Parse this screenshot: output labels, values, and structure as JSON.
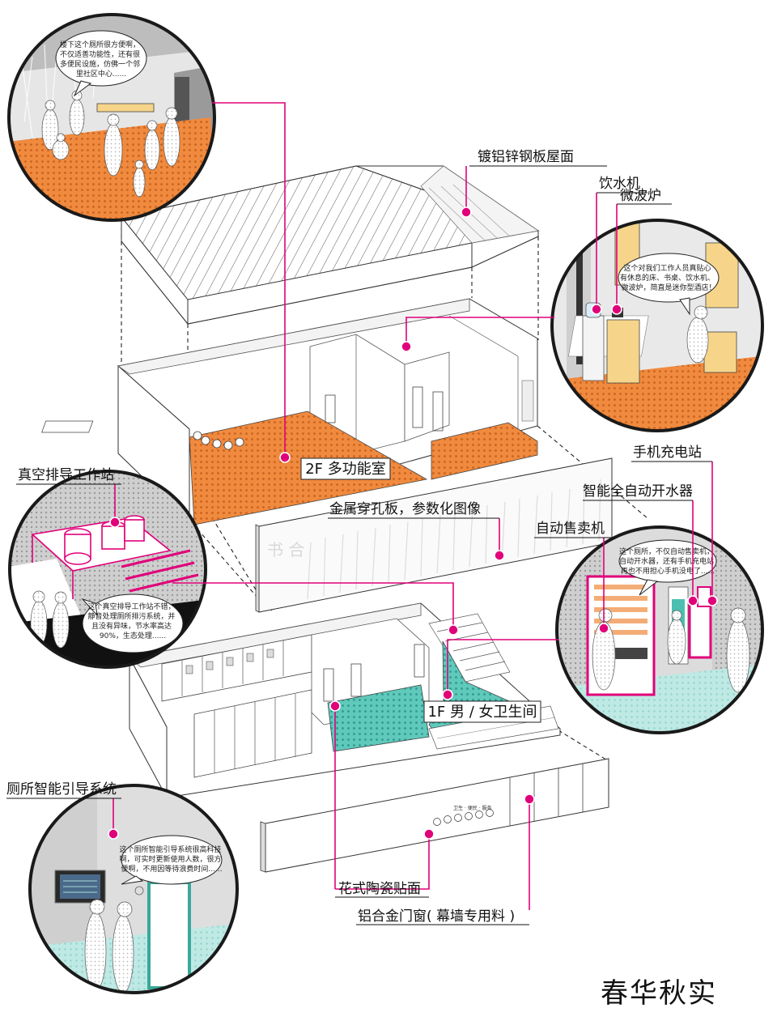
{
  "labels": {
    "roof": "镀铝锌钢板屋面",
    "water_dispenser": "饮水机",
    "microwave": "微波炉",
    "vacuum_station": "真空排导工作站",
    "phone_charging": "手机充电站",
    "auto_water_heater": "智能全自动开水器",
    "perforated_panel": "金属穿孔板，参数化图像",
    "vending_machine": "自动售卖机",
    "guidance_system": "厕所智能引导系统",
    "tile_facade": "花式陶瓷贴面",
    "aluminum_window": "铝合金门窗( 幕墙专用料 )"
  },
  "rooms": {
    "second_floor": "2F 多功能室",
    "first_floor": "1F 男 / 女卫生间"
  },
  "bubbles": {
    "community": [
      "楼下这个厕所很方便啊，",
      "不仅适善功能性，还有很",
      "多便民设施，仿佛一个邻",
      "里社区中心......"
    ],
    "staff": [
      "这个对我们工作人员真贴心",
      "有休息的床、书桌、饮水机、",
      "微波炉，简直是迷你型酒店！"
    ],
    "vacuum": [
      "这个真空排导工作站不错，",
      "静音处理厕所排污系统，并",
      "且没有异味，节水率高达",
      "90%，生态处理......"
    ],
    "vending": [
      "这个厕所，不仅自动售卖机，",
      "自动开水器，还有手机充电站",
      "再也不用担心手机没电了......"
    ],
    "guidance": [
      "这个厕所智能引导系统很高科技",
      "啊，可实时更新使用人数，很方",
      "便啊，不用因等待浪费时间......"
    ]
  },
  "facade_text": {
    "panel_logo": "书 合",
    "signage": "卫生 · 便民 · 服务"
  },
  "brand": "春华秋实",
  "colors": {
    "accent": "#e0007a",
    "floor_orange": "#f08a3e",
    "floor_teal": "#5fc9bc",
    "dot_grey": "#9a9a9a"
  }
}
